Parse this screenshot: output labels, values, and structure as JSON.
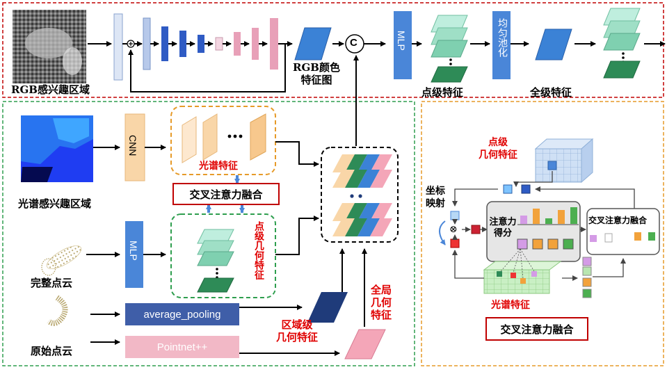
{
  "rgb_branch": {
    "roi_label": "RGB感兴趣区域",
    "rgb_feature_map": "RGB颜色特征图",
    "rgb_feature_map_line1": "RGB颜色",
    "rgb_feature_map_line2": "特征图",
    "concat_symbol": "C",
    "mlp": "MLP",
    "point_features": "点级特征",
    "avg_pool": "均匀池化",
    "global_features": "全级特征"
  },
  "spectral_branch": {
    "roi_label": "光谱感兴趣区域",
    "cnn": "CNN",
    "spectral_features": "光谱特征",
    "cross_attention": "交叉注意力融合",
    "point_geo_features": "点级几何特征",
    "mlp": "MLP",
    "complete_cloud": "完整点云",
    "raw_cloud": "原始点云",
    "average_pooling": "average_pooling",
    "pointnet": "Pointnet++",
    "region_geo_line1": "区域级",
    "region_geo_line2": "几何特征",
    "global_geo_line1": "全局",
    "global_geo_line2": "几何",
    "global_geo_line3": "特征"
  },
  "fusion_panel": {
    "point_geo_line1": "点级",
    "point_geo_line2": "几何特征",
    "coord_map_line1": "坐标",
    "coord_map_line2": "映射",
    "attention_score_line1": "注意力",
    "attention_score_line2": "得分",
    "cross_attention": "交叉注意力融合",
    "spectral_features": "光谱特征",
    "title": "交叉注意力融合",
    "otimes": "⊗"
  },
  "colors": {
    "red_dashed": "#c00000",
    "green_dashed": "#2e9e4e",
    "orange_dashed": "#e69a28",
    "dark_blue": "#2f5bc4",
    "light_blue": "#b7c9ea",
    "pink": "#e8a0b8",
    "mlp_blue": "#4a86d8",
    "avgpool_bar": "#3f5ea8",
    "pointnet_bar": "#f2b8c6",
    "spectral_peach": "#f9d6a8",
    "green_layer": "#aee6cf",
    "dark_green": "#2e8b57"
  }
}
